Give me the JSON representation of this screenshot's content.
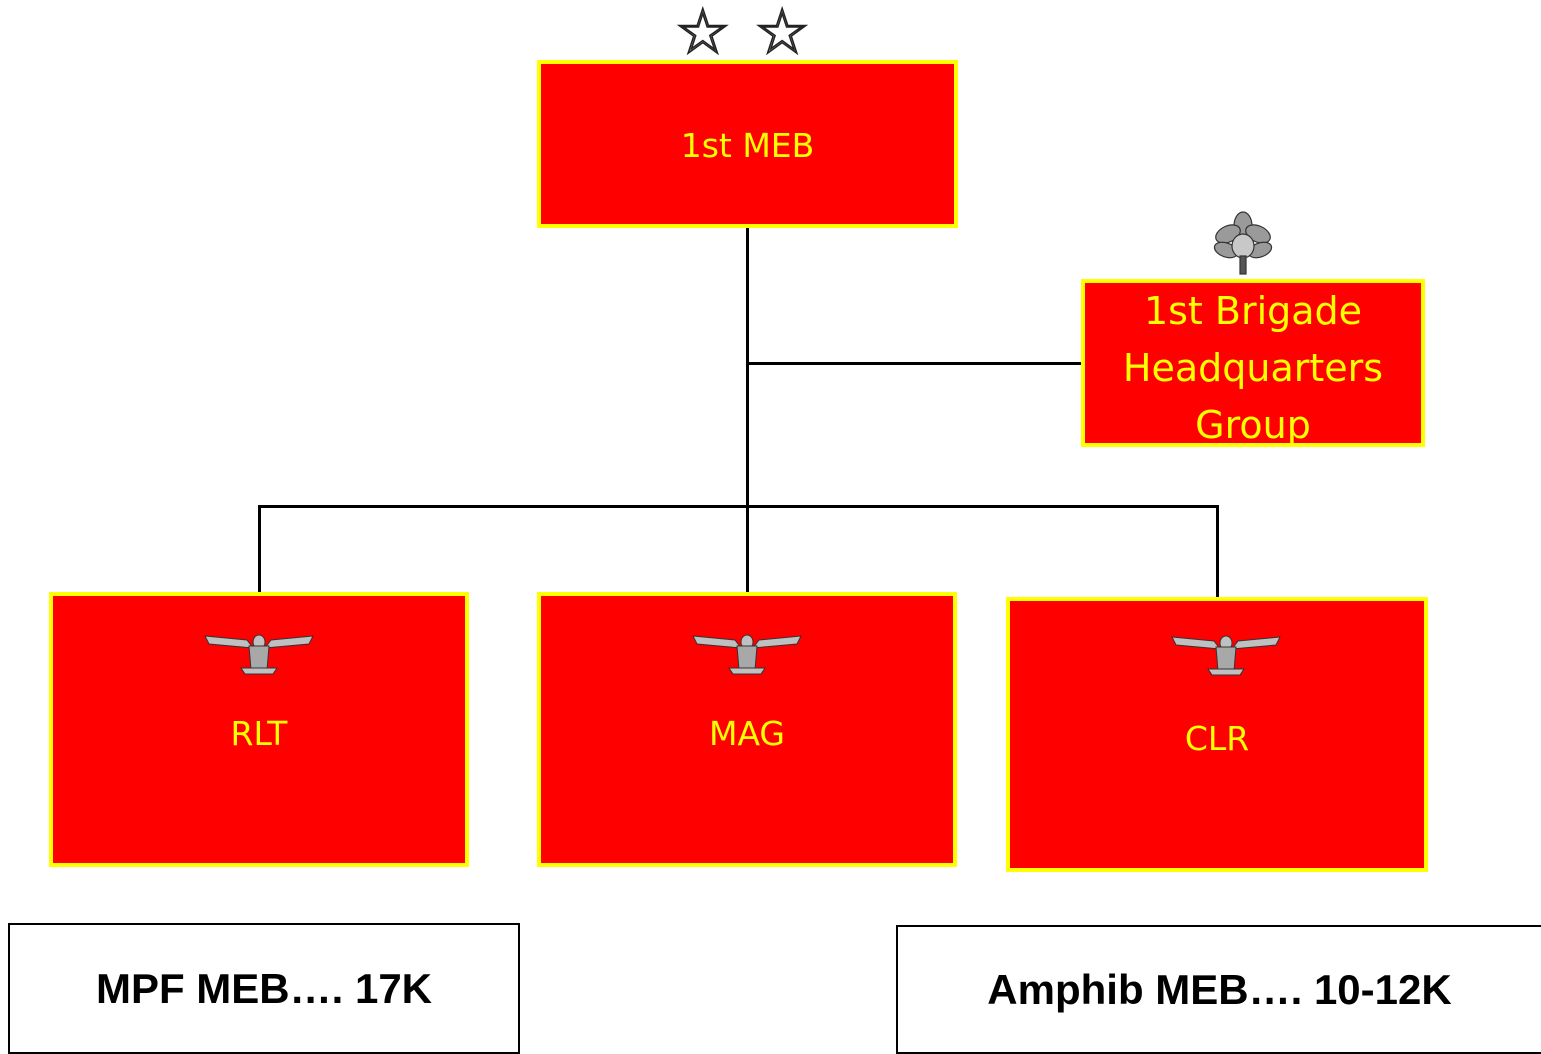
{
  "chart": {
    "top_node": {
      "label": "1st MEB",
      "insignia": "two-star-general-icon"
    },
    "hq_node": {
      "label_lines": [
        "1st Brigade",
        "Headquarters",
        "Group"
      ],
      "insignia": "oak-leaf-icon"
    },
    "subordinates": [
      {
        "label": "RLT",
        "insignia": "eagle-icon"
      },
      {
        "label": "MAG",
        "insignia": "eagle-icon"
      },
      {
        "label": "CLR",
        "insignia": "eagle-icon"
      }
    ]
  },
  "notes": {
    "mpf": "MPF MEB…. 17K",
    "amphib": "Amphib MEB…. 10-12K"
  },
  "colors": {
    "box_fill": "#ff0000",
    "box_border": "#ffff00",
    "text": "#ffff00"
  }
}
